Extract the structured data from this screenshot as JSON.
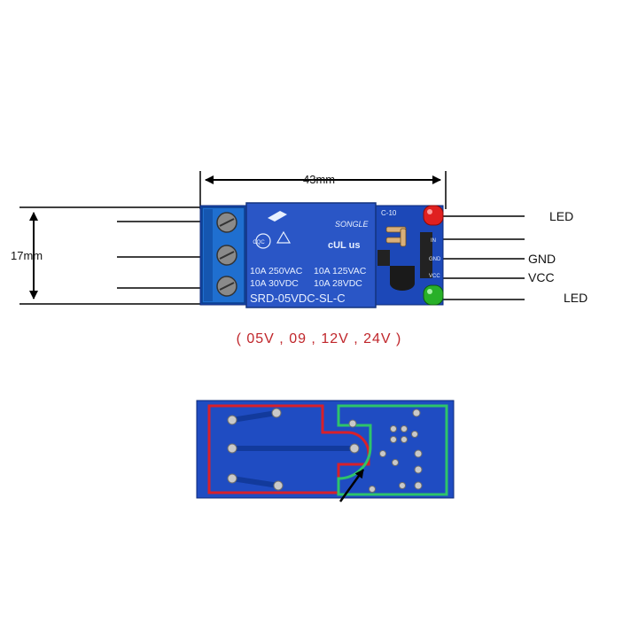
{
  "dimensions": {
    "width_label": "43mm",
    "height_label": "17mm"
  },
  "pins": {
    "led_top": "LED",
    "in": "IN",
    "gnd": "GND",
    "vcc": "VCC",
    "led_bottom": "LED"
  },
  "relay": {
    "brand": "SONGLE",
    "rating_1": "10A 250VAC",
    "rating_2": "10A  30VDC",
    "rating_3": "10A 125VAC",
    "rating_4": "10A  28VDC",
    "model": "SRD-05VDC-SL-C",
    "cert": "CQC"
  },
  "board": {
    "silk_label": "C-10"
  },
  "voltages": "( 05V , 09 , 12V , 24V )",
  "colors": {
    "pcb": "#1c48b8",
    "relay": "#2a56c6",
    "terminal": "#1f6fd0",
    "led_red": "#e02020",
    "led_green": "#28b028",
    "outline_red": "#d8202a",
    "outline_green": "#2ec46a",
    "voltage_text": "#c0262b"
  }
}
